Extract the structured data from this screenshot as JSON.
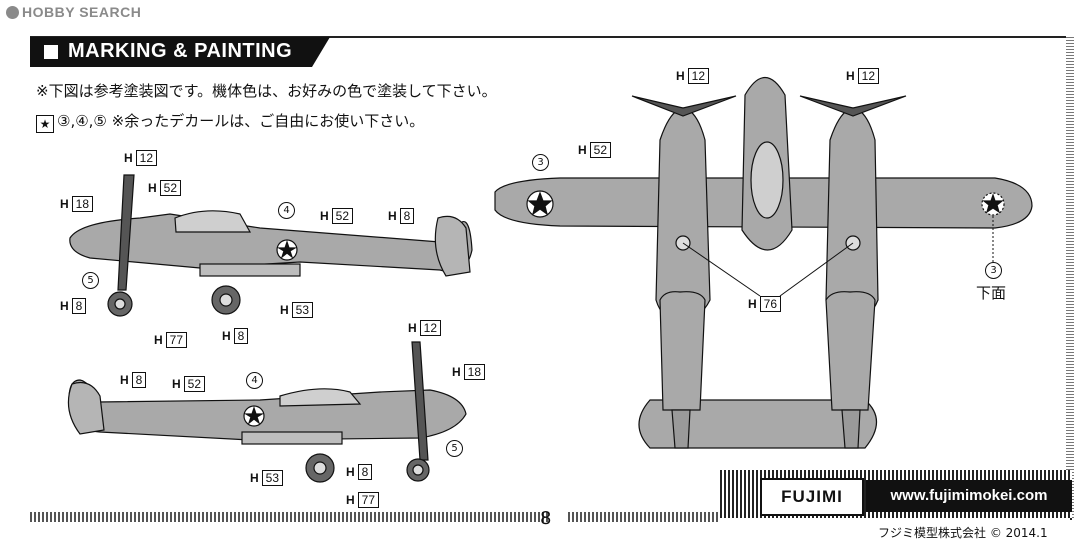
{
  "watermark": "HOBBY SEARCH",
  "header": {
    "title": "MARKING & PAINTING"
  },
  "notes": {
    "line1": "※下図は参考塗装図です。機体色は、お好みの色で塗装して下さい。",
    "line2": "③,④,⑤ ※余ったデカールは、ご自由にお使い下さい。",
    "star": "★"
  },
  "labels": {
    "h": "H",
    "c12": "12",
    "c18": "18",
    "c52": "52",
    "c8": "8",
    "c53": "53",
    "c77": "77",
    "c76": "76",
    "d3": "3",
    "d4": "4",
    "d5": "5",
    "underside": "下面"
  },
  "footer": {
    "page": "8",
    "brand": "FUJIMI",
    "url": "www.fujimimokei.com",
    "copyright": "フジミ模型株式会社 © 2014.1"
  },
  "colors": {
    "camo": "#a9a9a9",
    "camo_dark": "#7d7d7d",
    "outline": "#111111"
  }
}
